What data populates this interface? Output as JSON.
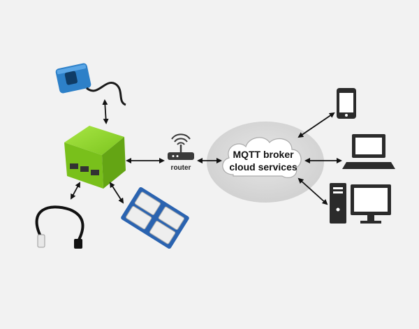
{
  "diagram": {
    "router_label": "router",
    "cloud_line1": "MQTT broker",
    "cloud_line2": "cloud services"
  },
  "colors": {
    "background": "#f2f2f2",
    "controller_green": "#8fd62a",
    "current_sensor_blue": "#2d80c8",
    "cloud_grey": "#d4d4d4",
    "device_dark": "#2b2b2b",
    "arrow": "#111111"
  },
  "icons": [
    "current-clamp-sensor-icon",
    "green-controller-box-icon",
    "cable-connector-icon",
    "relay-board-icon",
    "router-icon",
    "cloud-icon",
    "smartphone-icon",
    "laptop-icon",
    "desktop-computer-icon"
  ]
}
